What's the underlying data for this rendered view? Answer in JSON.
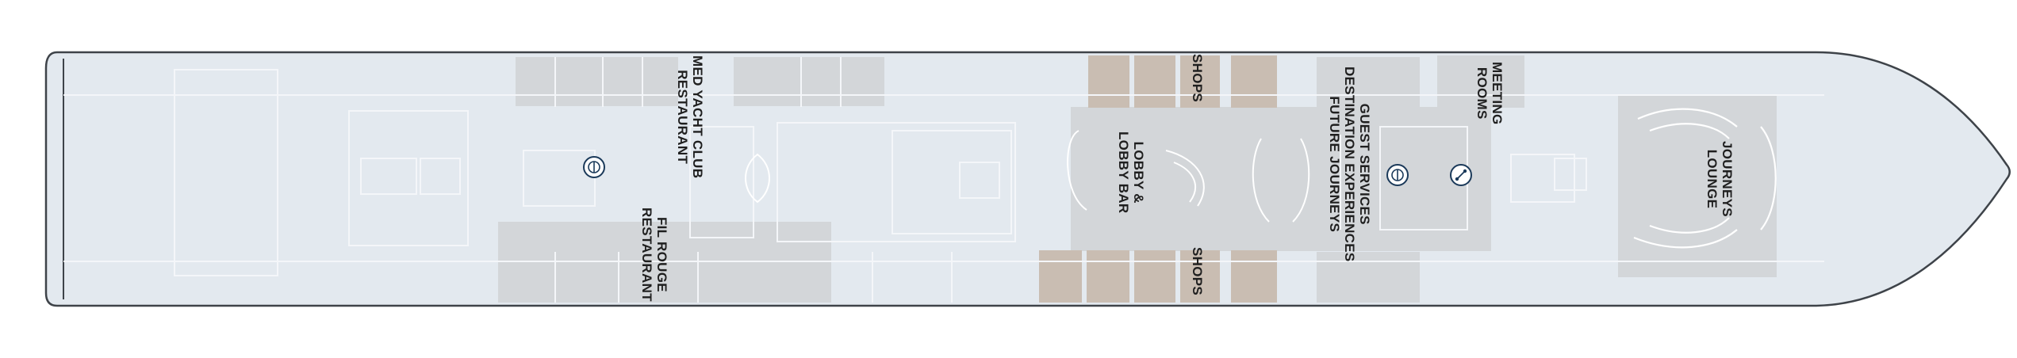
{
  "deck_plan": {
    "labels": {
      "med_yacht_club": [
        "MED YACHT CLUB",
        "RESTAURANT"
      ],
      "fil_rouge": [
        "FIL ROUGE",
        "RESTAURANT"
      ],
      "shops_top": "SHOPS",
      "shops_bottom": "SHOPS",
      "lobby": [
        "LOBBY &",
        "LOBBY BAR"
      ],
      "guest_services": [
        "GUEST SERVICES",
        "DESTINATION EXPERIENCES",
        "FUTURE JOURNEYS"
      ],
      "meeting_rooms": [
        "MEETING",
        "ROOMS"
      ],
      "journeys_lounge": [
        "JOURNEYS",
        "LOUNGE"
      ]
    },
    "icons": [
      "elevator-icon",
      "elevator-icon",
      "restroom-icon"
    ],
    "colors": {
      "hull_fill": "#e3e9ef",
      "hull_outline": "#3e4349",
      "room_fill": "#d3d6d9",
      "shop_fill": "#c9bdb2",
      "line": "#f4f6f9",
      "icon_ring": "#1b3a5a"
    }
  }
}
